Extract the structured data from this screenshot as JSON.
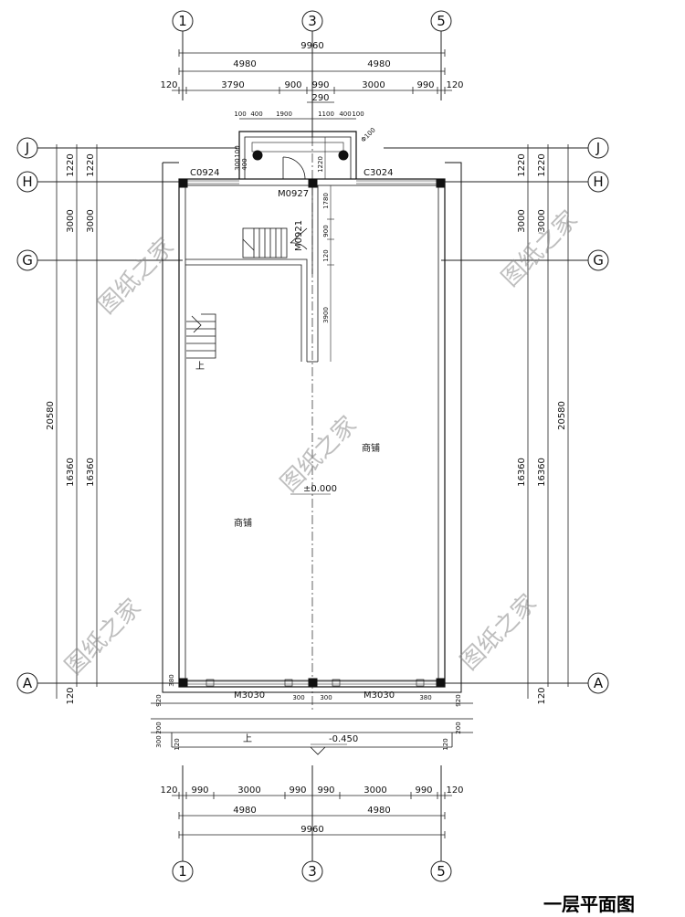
{
  "title": "一层平面图",
  "axes": {
    "vertical": [
      "1",
      "3",
      "5"
    ],
    "horizontal": [
      "J",
      "H",
      "G",
      "A"
    ]
  },
  "top_dims": {
    "overall": "9960",
    "bays": [
      "4980",
      "4980"
    ],
    "detail": [
      "120",
      "3790",
      "900",
      "990",
      "3000",
      "990",
      "120"
    ],
    "entry_width": "290",
    "entry_detail": [
      "100",
      "400",
      "1900",
      "1100",
      "400",
      "100"
    ]
  },
  "bottom_dims": {
    "overall": "9960",
    "bays": [
      "4980",
      "4980"
    ],
    "detail": [
      "120",
      "990",
      "3000",
      "990",
      "990",
      "3000",
      "990",
      "120"
    ]
  },
  "left_dims": {
    "overall": "20580",
    "segments": [
      "1220",
      "3000",
      "16360"
    ],
    "segments_inner": [
      "1220",
      "3000",
      "16360"
    ],
    "bottom": "120"
  },
  "right_dims": {
    "overall": "20580",
    "segments": [
      "1220",
      "3000",
      "16360"
    ],
    "segments_inner": [
      "1220",
      "3000",
      "16360"
    ],
    "bottom": "120"
  },
  "inner_dims": {
    "partition_a": "1780",
    "partition_b": "900",
    "partition_c": "120",
    "partition_d": "3900",
    "entry_h": "1220",
    "small": [
      "100",
      "400",
      "300",
      "200",
      "900",
      "120",
      "380",
      "920",
      "200",
      "300",
      "120"
    ]
  },
  "labels": {
    "window_left": "C0924",
    "window_right": "C3024",
    "door_entry": "M0927",
    "door_inner": "M0921",
    "door_bottom_left": "M3030",
    "door_bottom_right": "M3030",
    "room_left": "商铺",
    "room_right": "商铺",
    "elevation_floor": "±0.000",
    "elevation_outside": "-0.450",
    "stair_up": "上",
    "stair_up_bottom": "上",
    "pipe": "Φ100"
  },
  "watermark": "图纸之家"
}
